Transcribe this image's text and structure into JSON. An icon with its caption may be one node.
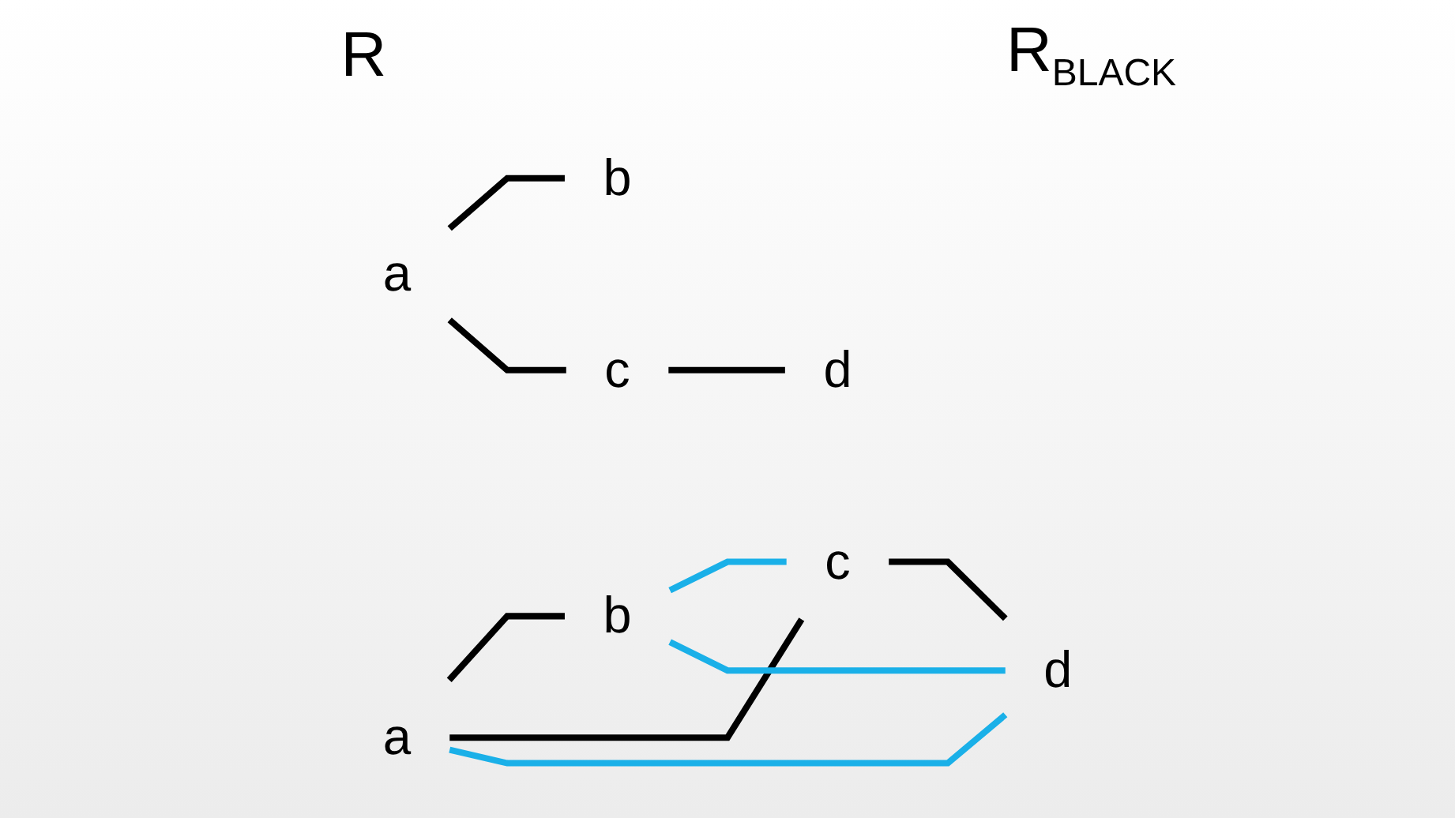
{
  "diagram": {
    "nodes": [
      {
        "text": [
          "a"
        ]
      },
      {
        "text": [
          "b"
        ]
      },
      {
        "text": [
          "c"
        ]
      },
      {
        "text": [
          "d"
        ]
      },
      {
        "text": [
          "a"
        ]
      },
      {
        "text": [
          "b"
        ]
      },
      {
        "text": [
          "c"
        ]
      },
      {
        "text": [
          "d"
        ]
      }
    ],
    "edges": [
      {
        "from": 0,
        "to": 1,
        "arrow": "none"
      },
      {
        "from": 0,
        "to": 2,
        "arrow": "none"
      },
      {
        "from": 2,
        "to": 3,
        "arrow": "none"
      },
      {
        "from": 0,
        "to": 3,
        "arrow": "none",
        "color": "#1ab0e8"
      },
      {
        "from": 1,
        "to": 2,
        "arrow": "none",
        "color": "#1ab0e8"
      },
      {
        "from": 1,
        "to": 3,
        "arrow": "none",
        "color": "#1ab0e8"
      },
      {
        "from": 4,
        "to": 5,
        "arrow": "none"
      },
      {
        "from": 4,
        "to": 6,
        "arrow": "none"
      },
      {
        "from": 6,
        "to": 7,
        "arrow": "none"
      }
    ],
    "labels": [
      "R",
      "R$_{BLACK}$"
    ]
  }
}
